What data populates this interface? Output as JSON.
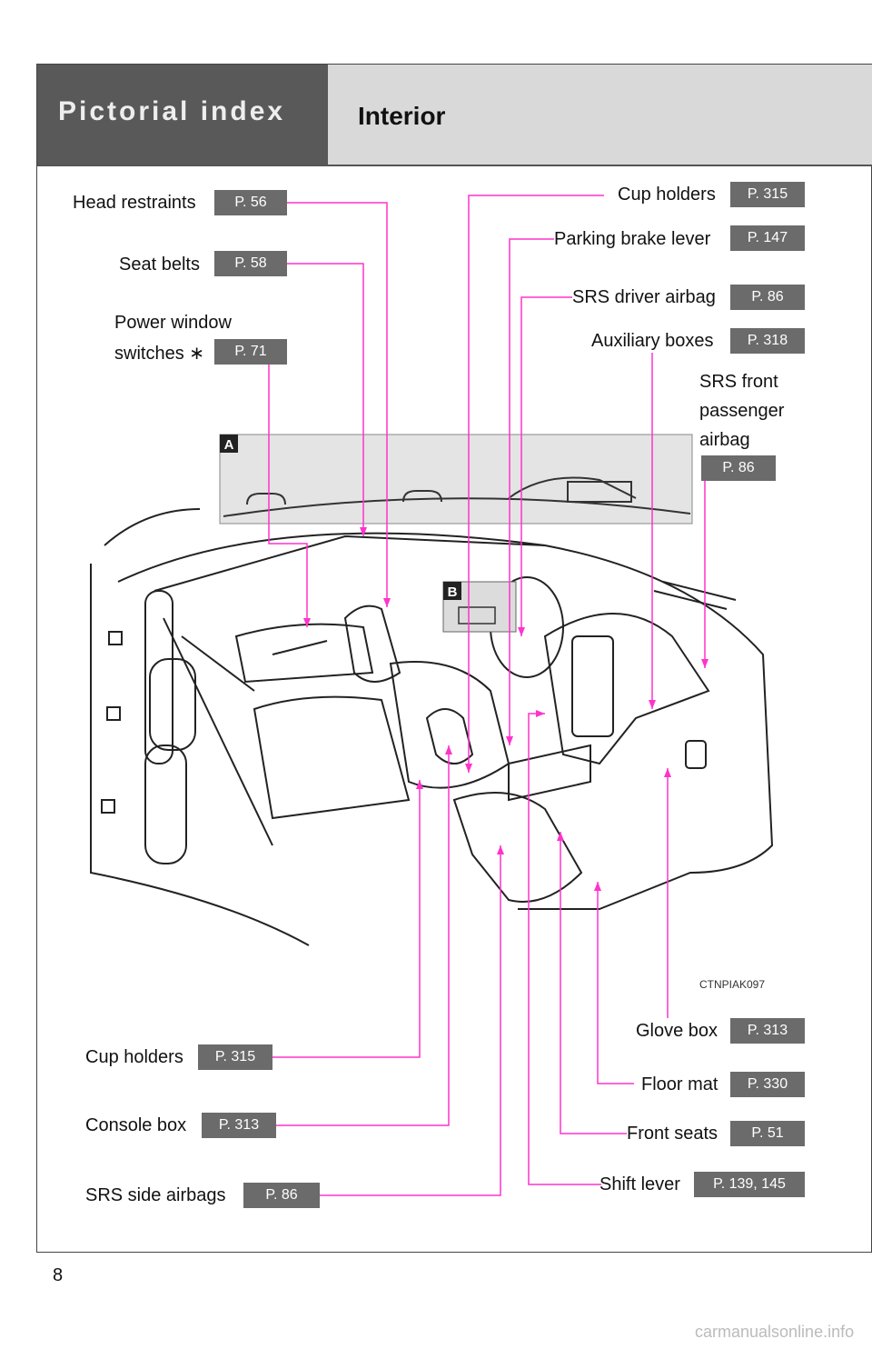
{
  "header": {
    "section_title": "Pictorial index",
    "subtitle": "Interior"
  },
  "callouts": {
    "head_restraints": {
      "label": "Head restraints",
      "page": "P. 56"
    },
    "seat_belts": {
      "label": "Seat belts",
      "page": "P. 58"
    },
    "power_window_line1": "Power window",
    "power_window_line2": "switches ∗",
    "power_window_page": "P. 71",
    "cup_holders_top": {
      "label": "Cup holders",
      "page": "P. 315"
    },
    "parking_brake": {
      "label": "Parking brake lever",
      "page": "P. 147"
    },
    "srs_driver_airbag": {
      "label": "SRS driver airbag",
      "page": "P. 86"
    },
    "auxiliary_boxes": {
      "label": "Auxiliary boxes",
      "page": "P. 318"
    },
    "srs_front_line1": "SRS front",
    "srs_front_line2": "passenger",
    "srs_front_line3": "airbag",
    "srs_front_page": "P. 86",
    "glove_box": {
      "label": "Glove box",
      "page": "P. 313"
    },
    "floor_mat": {
      "label": "Floor mat",
      "page": "P. 330"
    },
    "front_seats": {
      "label": "Front seats",
      "page": "P. 51"
    },
    "shift_lever": {
      "label": "Shift lever",
      "page": "P. 139, 145"
    },
    "cup_holders_bottom": {
      "label": "Cup holders",
      "page": "P. 315"
    },
    "console_box": {
      "label": "Console box",
      "page": "P. 313"
    },
    "srs_side_airbags": {
      "label": "SRS side airbags",
      "page": "P. 86"
    }
  },
  "inset_labels": {
    "a": "A",
    "b": "B"
  },
  "image_code": "CTNPIAK097",
  "page_number": "8",
  "watermark": "carmanualsonline.info",
  "colors": {
    "leader": "#ff33cc",
    "header_dark": "#595959",
    "header_light": "#d9d9d9",
    "page_tag": "#6b6b6b"
  }
}
